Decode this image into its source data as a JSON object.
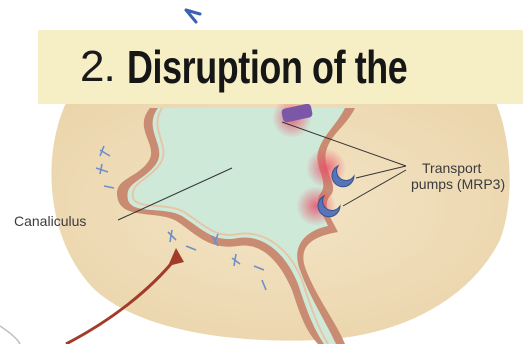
{
  "title": {
    "number": "2.",
    "text": "Disruption of the"
  },
  "labels": {
    "canaliculus": "Canaliculus",
    "transport_line1": "Transport",
    "transport_line2": "pumps (MRP3)"
  },
  "colors": {
    "banner": "#f6efc6",
    "cell_background": "#f1ddb8",
    "canaliculus_lumen": "#cfe9d9",
    "membrane_outline": "#c27b62",
    "pump": "#5674b8",
    "pump_glow": "#e8506a",
    "junction_marks": "#6f8fc8",
    "arrow": "#a13b2a",
    "purple_channel": "#7d57a7"
  }
}
